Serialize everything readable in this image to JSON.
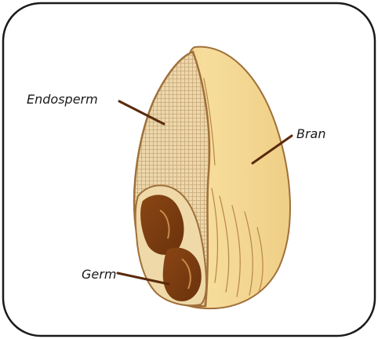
{
  "diagram": {
    "labels": {
      "endosperm": "Endosperm",
      "bran": "Bran",
      "germ": "Germ"
    },
    "colors": {
      "frame_border": "#1a1a1a",
      "bran_fill": "#f4d590",
      "bran_edge": "#a0703a",
      "endosperm_fill": "#ecd8ac",
      "endosperm_hatch": "#c9a877",
      "germ_dark": "#7a3d10",
      "germ_mid": "#a45a1c",
      "germ_light": "#c98a4a",
      "leader": "#5a2a0c"
    }
  }
}
